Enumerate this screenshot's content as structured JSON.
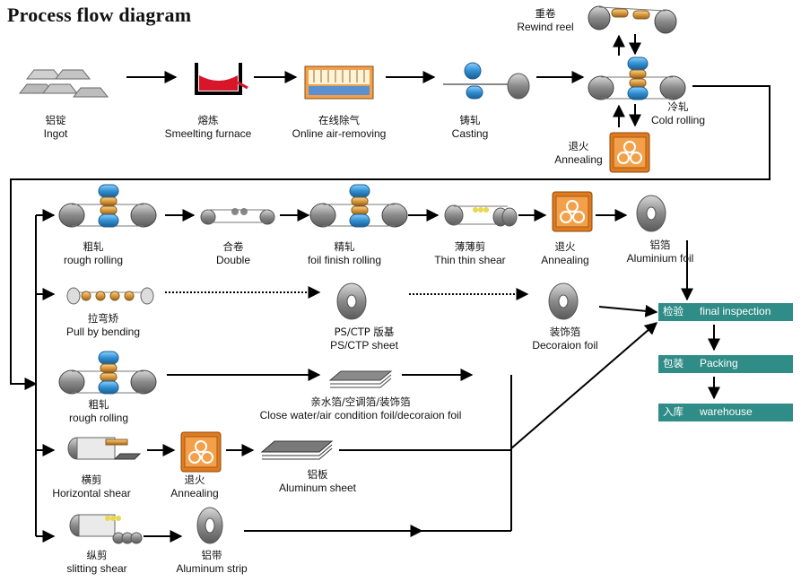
{
  "title": "Process flow diagram",
  "top_row": {
    "ingot": {
      "zh": "铝锭",
      "en": "Ingot"
    },
    "furnace": {
      "zh": "熔炼",
      "en": "Smeelting furnace"
    },
    "degas": {
      "zh": "在线除气",
      "en": "Online air-removing"
    },
    "casting": {
      "zh": "铸轧",
      "en": "Casting"
    },
    "rewind": {
      "zh": "重卷",
      "en": "Rewind reel"
    },
    "cold": {
      "zh": "冷轧",
      "en": "Cold rolling"
    },
    "annealing": {
      "zh": "退火",
      "en": "Annealing"
    }
  },
  "foil_row": {
    "rough": {
      "zh": "粗轧",
      "en": "rough rolling"
    },
    "double": {
      "zh": "合卷",
      "en": "Double"
    },
    "finish": {
      "zh": "精轧",
      "en": "foil finish rolling"
    },
    "shear": {
      "zh": "薄薄剪",
      "en": "Thin thin shear"
    },
    "annealing": {
      "zh": "退火",
      "en": "Annealing"
    },
    "foil": {
      "zh": "铝箔",
      "en": "Aluminium foil"
    }
  },
  "ps_row": {
    "bending": {
      "zh": "拉弯矫",
      "en": "Pull by bending"
    },
    "ps": {
      "zh": "PS/CTP 版基",
      "en": "PS/CTP sheet"
    },
    "deco": {
      "zh": "装饰箔",
      "en": "Decoraion foil"
    }
  },
  "rough2_row": {
    "rough": {
      "zh": "粗轧",
      "en": "rough rolling"
    },
    "close": {
      "zh": "亲水箔/空调箔/装饰箔",
      "en": "Close water/air condition foil/decoraion foil"
    }
  },
  "sheet_row": {
    "hshear": {
      "zh": "横剪",
      "en": "Horizontal shear"
    },
    "annealing": {
      "zh": "退火",
      "en": "Annealing"
    },
    "sheet": {
      "zh": "铝板",
      "en": "Aluminum sheet"
    }
  },
  "strip_row": {
    "slit": {
      "zh": "纵剪",
      "en": "slitting shear"
    },
    "strip": {
      "zh": "铝带",
      "en": "Aluminum strip"
    }
  },
  "final": [
    {
      "zh": "检验",
      "en": "final inspection"
    },
    {
      "zh": "包装",
      "en": "Packing"
    },
    {
      "zh": "入库",
      "en": "warehouse"
    }
  ],
  "colors": {
    "accent": "#2f8c86",
    "roller_blue": "#2f8fd0",
    "copper": "#d89a3a",
    "annealer": "#e07a1e"
  }
}
